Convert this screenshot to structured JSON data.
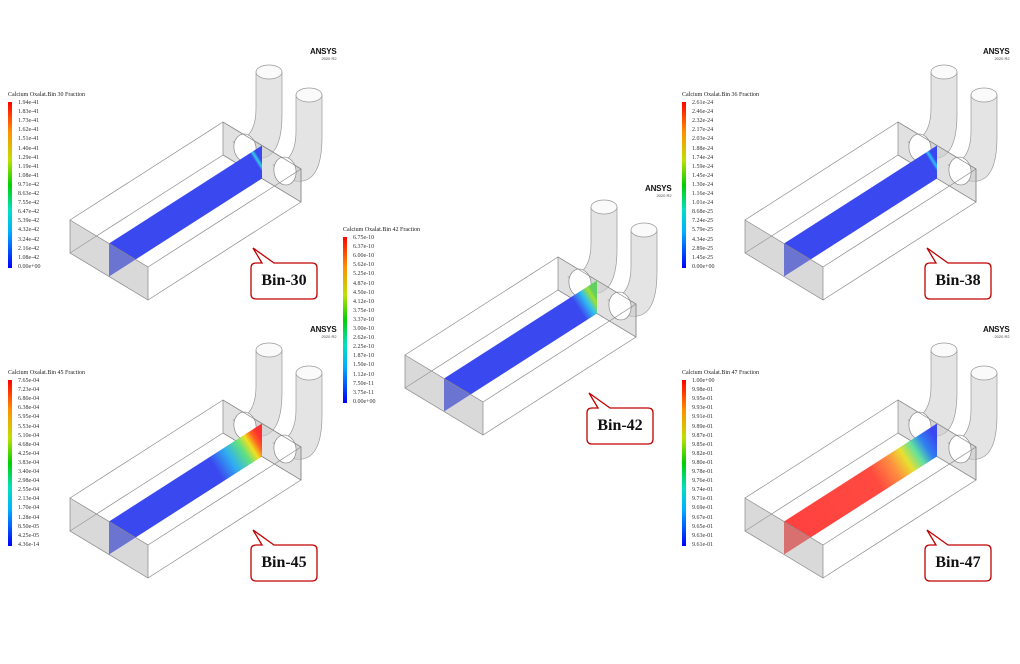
{
  "logo": {
    "brand": "ANSYS",
    "version": "2020 R2"
  },
  "panels": [
    {
      "id": "bin-30",
      "callout": "Bin-30",
      "legend_title": "Calcium Oxalat.Bin 30 Fraction",
      "ticks": [
        "1.94e-41",
        "1.83e-41",
        "1.73e-41",
        "1.62e-41",
        "1.51e-41",
        "1.40e-41",
        "1.29e-41",
        "1.19e-41",
        "1.08e-41",
        "9.71e-42",
        "8.63e-42",
        "7.55e-42",
        "6.47e-42",
        "5.39e-42",
        "4.32e-42",
        "3.24e-42",
        "2.16e-42",
        "1.08e-42",
        "0.00e+00"
      ],
      "contour_stops": [
        [
          0,
          "#3a48f0"
        ],
        [
          0.97,
          "#3a48f0"
        ],
        [
          0.985,
          "#30d0e0"
        ],
        [
          1,
          "#3a48f0"
        ]
      ]
    },
    {
      "id": "bin-42",
      "callout": "Bin-42",
      "legend_title": "Calcium Oxalat.Bin 42 Fraction",
      "ticks": [
        "6.75e-10",
        "6.37e-10",
        "6.00e-10",
        "5.62e-10",
        "5.25e-10",
        "4.87e-10",
        "4.50e-10",
        "4.12e-10",
        "3.75e-10",
        "3.37e-10",
        "3.00e-10",
        "2.62e-10",
        "2.25e-10",
        "1.87e-10",
        "1.50e-10",
        "1.12e-10",
        "7.50e-11",
        "3.75e-11",
        "0.00e+00"
      ],
      "contour_stops": [
        [
          0,
          "#3a48f0"
        ],
        [
          0.88,
          "#3a48f0"
        ],
        [
          0.94,
          "#30c0f0"
        ],
        [
          0.98,
          "#a0e030"
        ],
        [
          1,
          "#60d060"
        ]
      ]
    },
    {
      "id": "bin-38",
      "callout": "Bin-38",
      "legend_title": "Calcium Oxalat.Bin 36 Fraction",
      "ticks": [
        "2.61e-24",
        "2.46e-24",
        "2.32e-24",
        "2.17e-24",
        "2.03e-24",
        "1.88e-24",
        "1.74e-24",
        "1.59e-24",
        "1.45e-24",
        "1.30e-24",
        "1.16e-24",
        "1.01e-24",
        "8.68e-25",
        "7.24e-25",
        "5.79e-25",
        "4.34e-25",
        "2.89e-25",
        "1.45e-25",
        "0.00e+00"
      ],
      "contour_stops": [
        [
          0,
          "#3a48f0"
        ],
        [
          0.97,
          "#3a48f0"
        ],
        [
          0.985,
          "#30c0f0"
        ],
        [
          1,
          "#3a48f0"
        ]
      ]
    },
    {
      "id": "bin-45",
      "callout": "Bin-45",
      "legend_title": "Calcium Oxalat.Bin 45 Fraction",
      "ticks": [
        "7.65e-04",
        "7.23e-04",
        "6.80e-04",
        "6.38e-04",
        "5.95e-04",
        "5.53e-04",
        "5.10e-04",
        "4.68e-04",
        "4.25e-04",
        "3.83e-04",
        "3.40e-04",
        "2.98e-04",
        "2.55e-04",
        "2.13e-04",
        "1.70e-04",
        "1.28e-04",
        "8.50e-05",
        "4.25e-05",
        "4.36e-14"
      ],
      "contour_stops": [
        [
          0,
          "#3a48f0"
        ],
        [
          0.7,
          "#3a48f0"
        ],
        [
          0.8,
          "#30b0f0"
        ],
        [
          0.88,
          "#60e080"
        ],
        [
          0.93,
          "#f0e020"
        ],
        [
          0.97,
          "#ff6020"
        ],
        [
          1,
          "#ff3030"
        ]
      ]
    },
    {
      "id": "bin-47",
      "callout": "Bin-47",
      "legend_title": "Calcium Oxalat.Bin 47 Fraction",
      "ticks": [
        "1.00e+00",
        "9.98e-01",
        "9.95e-01",
        "9.93e-01",
        "9.91e-01",
        "9.89e-01",
        "9.87e-01",
        "9.85e-01",
        "9.82e-01",
        "9.80e-01",
        "9.78e-01",
        "9.76e-01",
        "9.74e-01",
        "9.71e-01",
        "9.69e-01",
        "9.67e-01",
        "9.65e-01",
        "9.63e-01",
        "9.61e-01"
      ],
      "contour_stops": [
        [
          0,
          "#ff4040"
        ],
        [
          0.6,
          "#ff4a40"
        ],
        [
          0.72,
          "#ff9040"
        ],
        [
          0.8,
          "#e8e030"
        ],
        [
          0.87,
          "#60e0a0"
        ],
        [
          0.93,
          "#3080f0"
        ],
        [
          1,
          "#3a48f0"
        ]
      ]
    }
  ]
}
